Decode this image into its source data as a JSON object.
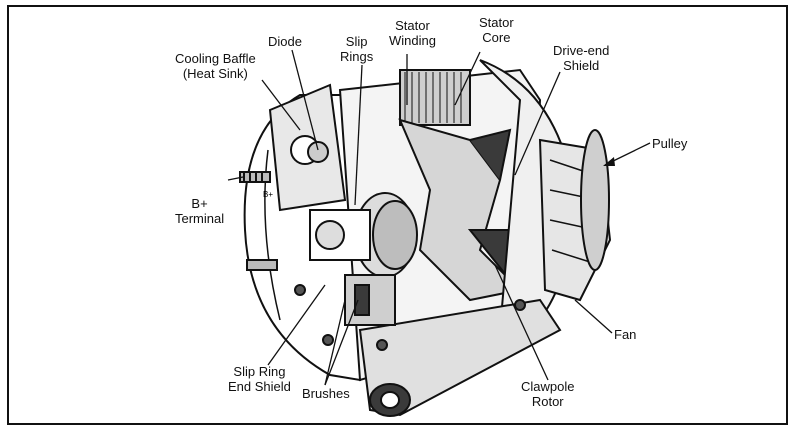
{
  "colors": {
    "ink": "#111111",
    "paper": "#ffffff",
    "shade": "#3a3a3a"
  },
  "labels": {
    "diode": "Diode",
    "slip_rings": [
      "Slip",
      "Rings"
    ],
    "stator_winding": [
      "Stator",
      "Winding"
    ],
    "stator_core": [
      "Stator",
      "Core"
    ],
    "drive_end_shield": [
      "Drive-end",
      "Shield"
    ],
    "cooling_baffle": [
      "Cooling Baffle",
      "(Heat Sink)"
    ],
    "pulley": "Pulley",
    "b_plus_terminal": [
      "B+",
      "Terminal"
    ],
    "fan": "Fan",
    "slip_ring_end_shield": [
      "Slip Ring",
      "End Shield"
    ],
    "brushes": "Brushes",
    "clawpole_rotor": [
      "Clawpole",
      "Rotor"
    ],
    "terminal_marking": "B+"
  }
}
